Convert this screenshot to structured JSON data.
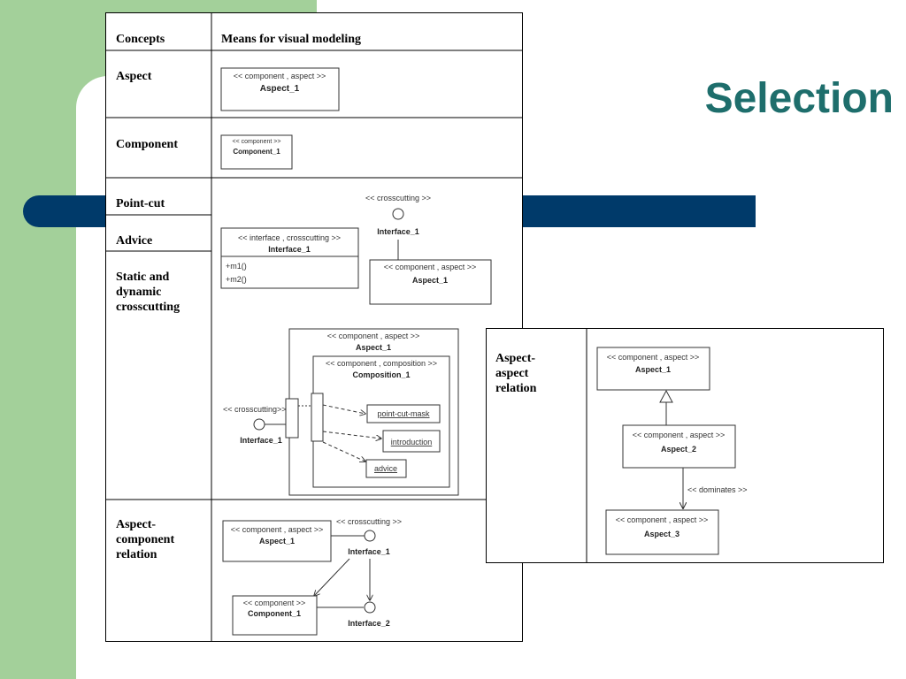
{
  "slide": {
    "title": "Selection",
    "colors": {
      "green": "#a3d09a",
      "band": "#003a6a",
      "title": "#1e6e6c"
    }
  },
  "table": {
    "headers": [
      "Concepts",
      "Means for visual modeling"
    ],
    "rows": [
      {
        "concept": "Aspect"
      },
      {
        "concept": "Component"
      },
      {
        "concept": "Point-cut"
      },
      {
        "concept": "Advice"
      },
      {
        "concept_lines": [
          "Static and",
          "dynamic",
          "crosscutting"
        ]
      },
      {
        "concept_lines": [
          "Aspect-",
          "component",
          "relation"
        ]
      }
    ]
  },
  "diagrams": {
    "aspect": {
      "stereotype": "<< component , aspect >>",
      "name": "Aspect_1"
    },
    "component": {
      "stereotype": "<< component >>",
      "name": "Component_1"
    },
    "crosscut_top": {
      "interface_stereotype": "<< crosscutting >>",
      "interface_name": "Interface_1",
      "class_stereotype": "<< interface , crosscutting >>",
      "class_name": "Interface_1",
      "operations": [
        "+m1()",
        "+m2()"
      ],
      "aspect_stereotype": "<< component , aspect >>",
      "aspect_name": "Aspect_1"
    },
    "composite": {
      "outer_stereotype": "<< component , aspect >>",
      "outer_name": "Aspect_1",
      "inner_stereotype": "<< component , composition >>",
      "inner_name": "Composition_1",
      "interface_stereotype": "<< crosscutting>>",
      "interface_name": "Interface_1",
      "parts": [
        "point-cut-mask",
        "introduction",
        "advice"
      ]
    },
    "aspect_component": {
      "aspect_stereotype": "<< component , aspect >>",
      "aspect_name": "Aspect_1",
      "iface1_stereotype": "<< crosscutting >>",
      "iface1_name": "Interface_1",
      "component_stereotype": "<< component >>",
      "component_name": "Component_1",
      "iface2_name": "Interface_2"
    }
  },
  "relation_table": {
    "concept_lines": [
      "Aspect-",
      "aspect",
      "relation"
    ],
    "aspects": [
      {
        "stereotype": "<< component , aspect >>",
        "name": "Aspect_1"
      },
      {
        "stereotype": "<< component , aspect >>",
        "name": "Aspect_2"
      },
      {
        "stereotype": "<< component , aspect >>",
        "name": "Aspect_3"
      }
    ],
    "dominates_label": "<< dominates >>"
  }
}
